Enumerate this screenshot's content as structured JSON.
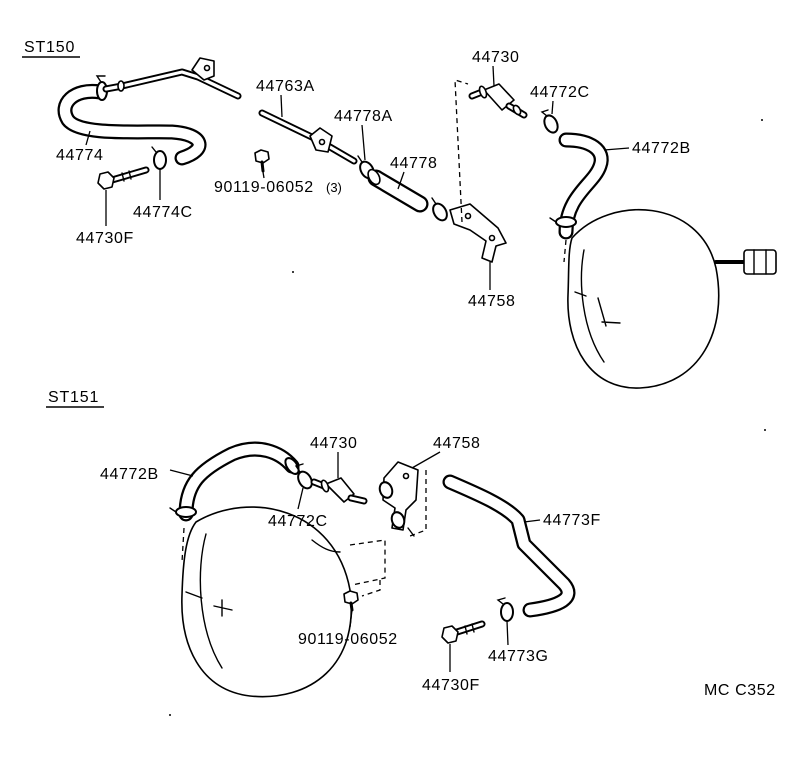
{
  "st150": {
    "title": "ST150",
    "labels": {
      "check_valve": "44730",
      "valve_clamp": "44772C",
      "pipe": "44763A",
      "pipe_clamp": "44778A",
      "upper_hose": "44774",
      "booster_hose": "44772B",
      "short_hose": "44778",
      "bolt": "90119-06052",
      "bolt_qty": "(3)",
      "upper_hose_clamp": "44774C",
      "union": "44730F",
      "bracket": "44758"
    }
  },
  "st151": {
    "title": "ST151",
    "labels": {
      "check_valve": "44730",
      "bracket": "44758",
      "booster_hose": "44772B",
      "valve_clamp": "44772C",
      "vacuum_hose": "44773F",
      "bolt": "90119-06052",
      "hose_clamp": "44773G",
      "union": "44730F"
    }
  },
  "catalog_code": "MC C352"
}
